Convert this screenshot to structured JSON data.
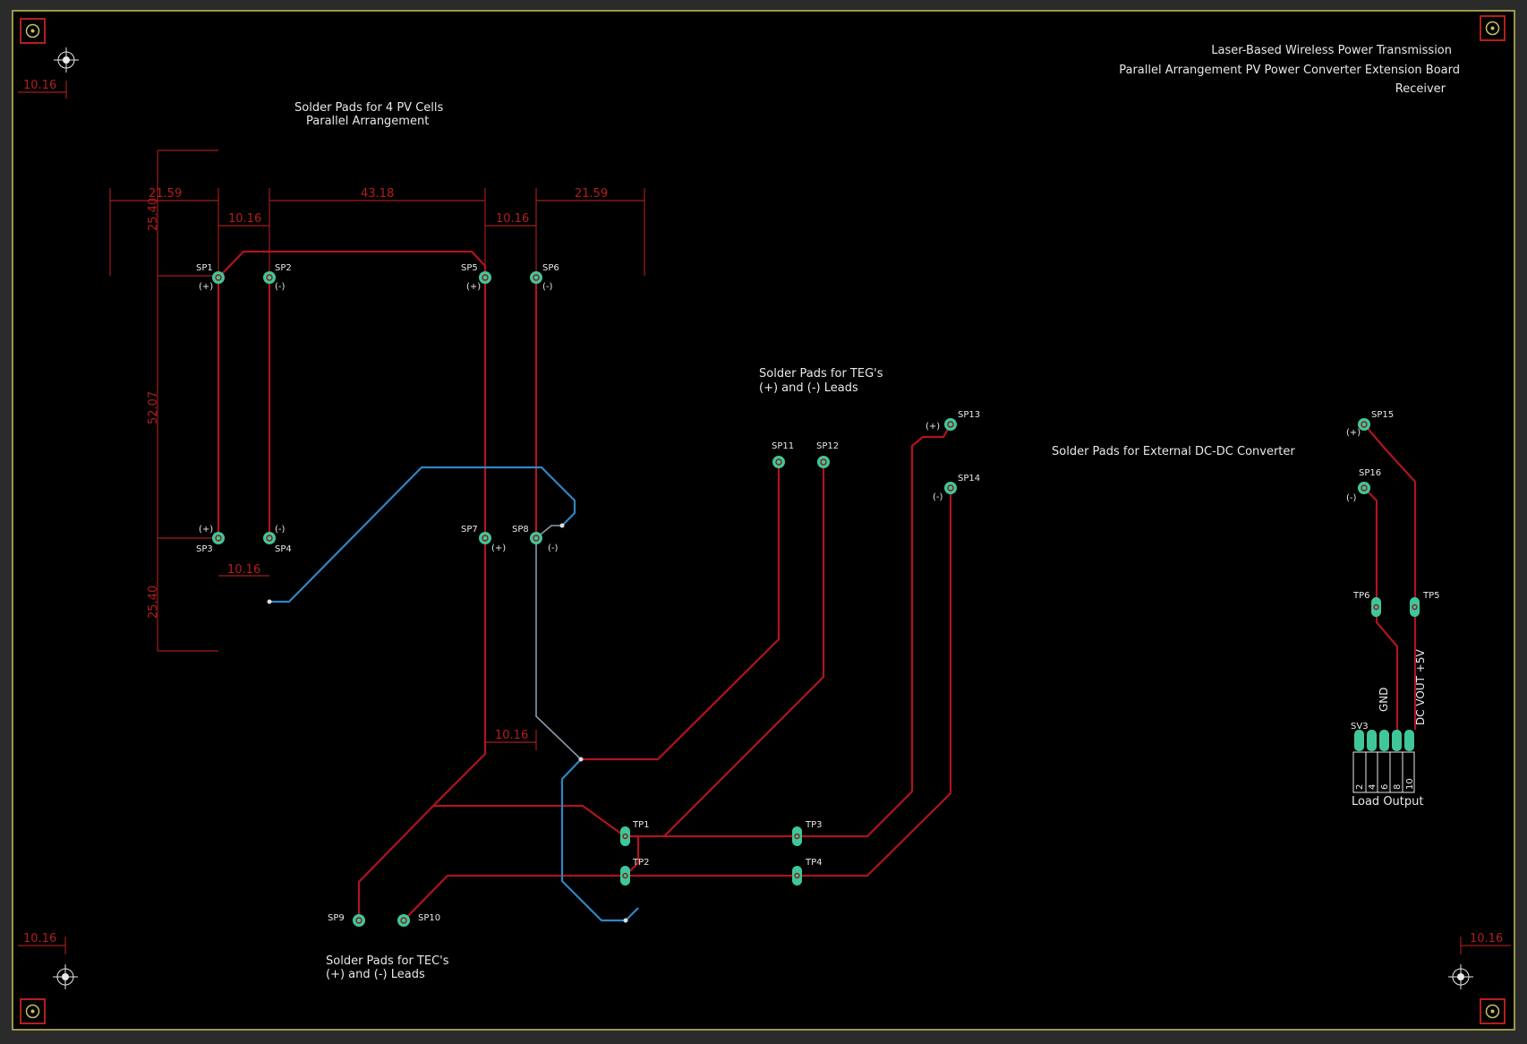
{
  "board": {
    "colors": {
      "background": "#2b2b2b",
      "board": "#000000",
      "outline": "#c8c060",
      "top_trace": "#b0141e",
      "bottom_trace": "#2f86c4",
      "pad": "#3fc79a",
      "dimension": "#a01c1c",
      "silkscreen": "#e8e8e8"
    },
    "title_block": {
      "line1": "Laser-Based Wireless Power Transmission",
      "line2": "Parallel Arrangement PV Power Converter Extension Board",
      "line3": "Receiver"
    },
    "notes": {
      "pv_line1": "Solder Pads for 4 PV Cells",
      "pv_line2": "Parallel Arrangement",
      "teg_line1": "Solder Pads for TEG's",
      "teg_line2": "(+) and (-) Leads",
      "tec_line1": "Solder Pads for TEC's",
      "tec_line2": "(+) and (-) Leads",
      "dcdc": "Solder Pads for External DC-DC Converter",
      "load_output": "Load Output",
      "gnd": "GND",
      "dc_vout": "DC VOUT +5V"
    },
    "dimensions": {
      "corner_tl": "10.16",
      "corner_bl": "10.16",
      "corner_br": "10.16",
      "d_21_59_left": "21.59",
      "d_25_40_top": "25.40",
      "d_10_16_a": "10.16",
      "d_43_18": "43.18",
      "d_10_16_b": "10.16",
      "d_21_59_right": "21.59",
      "d_52_07": "52.07",
      "d_10_16_c": "10.16",
      "d_25_40_bottom": "25.40",
      "d_10_16_d": "10.16"
    },
    "components": {
      "sp1": "SP1",
      "sp2": "SP2",
      "sp3": "SP3",
      "sp4": "SP4",
      "sp5": "SP5",
      "sp6": "SP6",
      "sp7": "SP7",
      "sp8": "SP8",
      "sp9": "SP9",
      "sp10": "SP10",
      "sp11": "SP11",
      "sp12": "SP12",
      "sp13": "SP13",
      "sp14": "SP14",
      "sp15": "SP15",
      "sp16": "SP16",
      "tp1": "TP1",
      "tp2": "TP2",
      "tp3": "TP3",
      "tp4": "TP4",
      "tp5": "TP5",
      "tp6": "TP6",
      "sv3": "SV3"
    },
    "polarity": {
      "plus": "(+)",
      "minus": "(-)"
    },
    "header_pins": [
      "2",
      "4",
      "6",
      "8",
      "10"
    ]
  }
}
